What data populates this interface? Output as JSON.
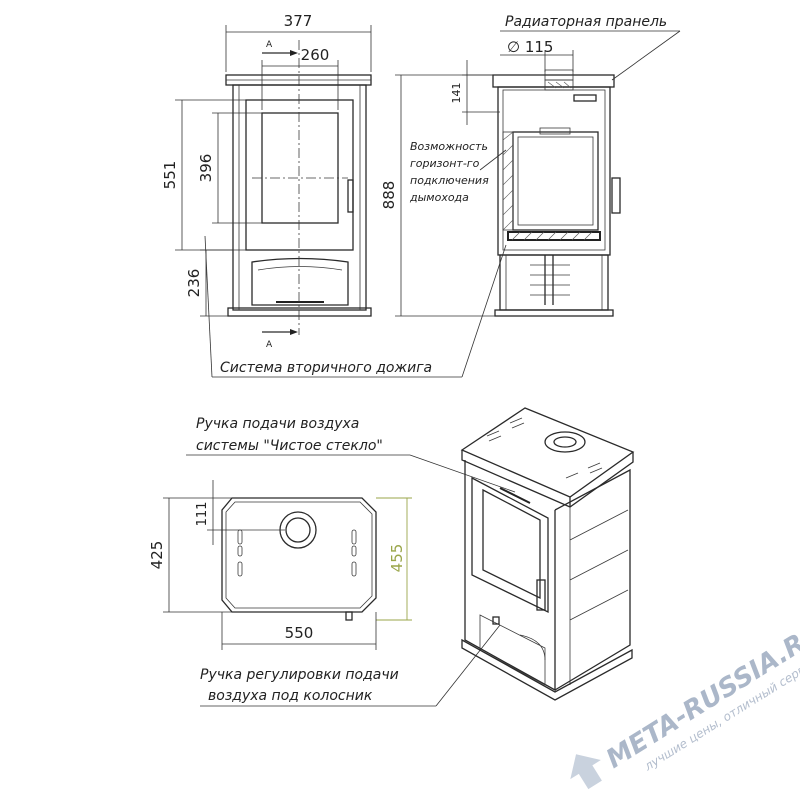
{
  "front_view": {
    "dim_total_width": "377",
    "dim_inner_width": "260",
    "dim_height_upper": "551",
    "dim_glass_height": "396",
    "dim_base_height": "236",
    "section_mark": "A"
  },
  "side_view": {
    "label_radiator_panel": "Радиаторная пранель",
    "dim_flue_diameter": "∅ 115",
    "dim_flue_offset": "141",
    "dim_total_height": "888",
    "note_horizontal_connection": [
      "Возможность",
      "горизонт-го",
      "подключения",
      "дымохода"
    ]
  },
  "labels": {
    "secondary_burn": "Система вторичного дожига",
    "clean_glass_line1": "Ручка подачи воздуха",
    "clean_glass_line2": "системы \"Чистое стекло\"",
    "grate_air_line1": "Ручка регулировки подачи",
    "grate_air_line2": "воздуха под колосник"
  },
  "top_view": {
    "dim_depth": "425",
    "dim_depth_total": "455",
    "dim_flue_offset": "111",
    "dim_width": "550"
  },
  "watermark": {
    "brand": "META-RUSSIA.RU",
    "slogan": "лучшие цены, отличный сервис!",
    "color": "#8fa0b8"
  },
  "colors": {
    "line": "#2a2a2a",
    "dim_green": "#9aa64a"
  }
}
